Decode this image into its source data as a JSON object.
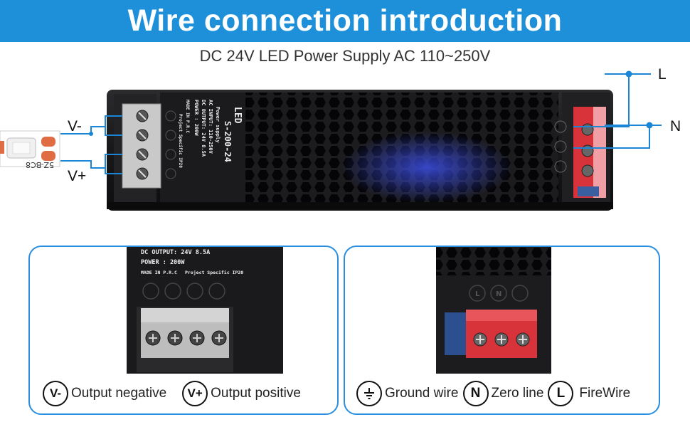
{
  "header": {
    "title": "Wire connection introduction",
    "subtitle": "DC 24V LED Power Supply AC 110~250V"
  },
  "wires": {
    "v_minus": "V-",
    "v_plus": "V+",
    "live": "L",
    "neutral": "N"
  },
  "strip": {
    "marking": "5Z-BC8"
  },
  "product": {
    "brand": "LED",
    "model": "S-200-24",
    "series": "Power supply",
    "ac_input": "AC INPUT: 110-250V",
    "dc_output": "DC OUTPUT: 24V 8.5A",
    "power": "POWER : 200W",
    "made_in": "MADE IN P.R.C",
    "project": "Project Specific IP20"
  },
  "detail_left": {
    "dc_output": "DC OUTPUT: 24V 8.5A",
    "power": "POWER : 200W",
    "made_in": "MADE IN P.R.C",
    "project": "Project Specific IP20"
  },
  "detail_right": {
    "terminal_marks": [
      "L",
      "N"
    ]
  },
  "legend_left": [
    {
      "symbol": "V-",
      "text": "Output negative"
    },
    {
      "symbol": "V+",
      "text": "Output positive"
    }
  ],
  "legend_right": [
    {
      "symbol": "ground-icon",
      "text": "Ground wire"
    },
    {
      "symbol": "N",
      "text": "Zero line"
    },
    {
      "symbol": "L",
      "text": "FireWire"
    }
  ],
  "colors": {
    "banner": "#1e8fd9",
    "wire": "#1c86d6",
    "panel_border": "#2a8ee0",
    "housing": "#1b1b1d",
    "terminal_red": "#d8323a"
  }
}
